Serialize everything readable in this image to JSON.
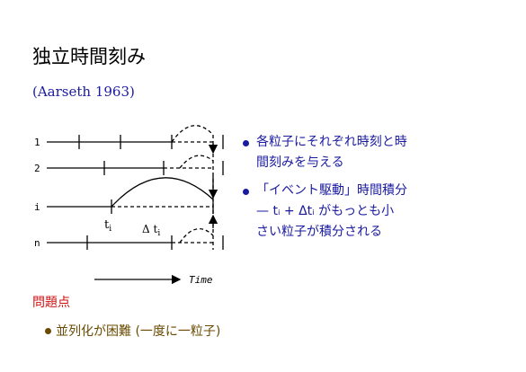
{
  "title": "独立時間刻み",
  "citation": "(Aarseth 1963)",
  "diagram": {
    "row_labels": [
      "1",
      "2",
      "i",
      "n"
    ],
    "t_label": "t",
    "t_sub": "i",
    "dt_label": "Δ t",
    "dt_sub": "i",
    "time_label": "Time"
  },
  "bullets": [
    {
      "line1": "各粒子にそれぞれ時刻と時",
      "line2": "間刻みを与える"
    },
    {
      "line1": "「イベント駆動」時間積分",
      "line2": "— tᵢ + Δtᵢ がもっとも小",
      "line3": "さい粒子が積分される"
    }
  ],
  "problems": {
    "heading": "問題点",
    "item": "並列化が困難 (一度に一粒子)"
  },
  "colors": {
    "text_blue": "#1a1aa0",
    "problem_red": "#d01010",
    "item_brown": "#6a4a00"
  }
}
